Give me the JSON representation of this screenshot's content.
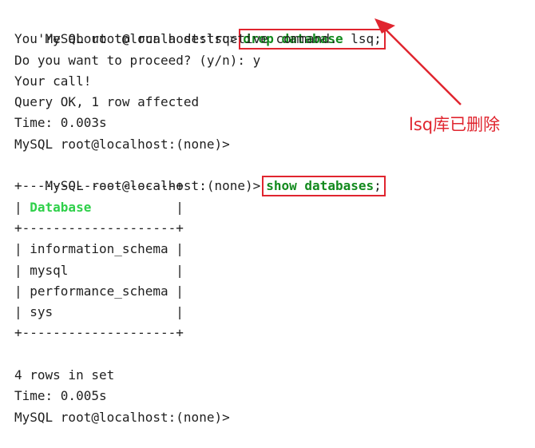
{
  "terminal": {
    "lines": {
      "l0_prompt": "MySQL root@localhost:lsq>",
      "l0_kw1": "drop",
      "l0_kw2": "database",
      "l0_rest": "lsq;",
      "l1": "You're about to run a destructive command.",
      "l2": "Do you want to proceed? (y/n): y",
      "l3": "Your call!",
      "l4": "Query OK, 1 row affected",
      "l5": "Time: 0.003s",
      "l6": "MySQL root@localhost:(none)>",
      "l7_prompt": "MySQL root@localhost:(none)>",
      "l7_cmd": "show databases",
      "l7_semi": ";",
      "border": "+--------------------+",
      "header_left": "| ",
      "header_name": "Database",
      "header_right": "           |",
      "rows": [
        "| information_schema |",
        "| mysql              |",
        "| performance_schema |",
        "| sys                |"
      ],
      "summary": "4 rows in set",
      "time2": "Time: 0.005s",
      "final_prompt": "MySQL root@localhost:(none)>"
    }
  },
  "annotation": {
    "text": "lsq库已删除",
    "color": "#e0252f"
  }
}
